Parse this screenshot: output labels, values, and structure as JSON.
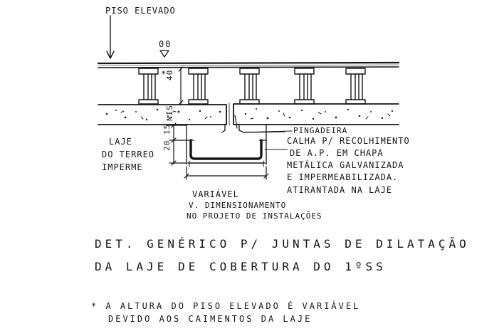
{
  "labels": {
    "piso_elevado": "PISO ELEVADO",
    "level_mark": "00",
    "asterisk": "*",
    "dim_40": "40",
    "dim_nis": "NIS",
    "dim_2015": "20 15",
    "laje_line1": "LAJE",
    "laje_line2": "DO TERREO",
    "laje_line3": "IMPERME",
    "pingadeira": "PINGADEIRA",
    "calha_line1": "CALHA P/ RECOLHIMENTO",
    "calha_line2": "DE A.P. EM CHAPA",
    "calha_line3": "METÁLICA GALVANIZADA",
    "calha_line4": "E IMPERMEABILIZADA.",
    "calha_line5": "ATIRANTADA NA LAJE",
    "variavel": "VARIÁVEL",
    "dim_line1": "V. DIMENSIONAMENTO",
    "dim_line2": "NO PROJETO DE INSTALAÇÕES"
  },
  "title": {
    "line1": "DET. GENÉRICO P/ JUNTAS DE DILATAÇÃO",
    "line2": "DA LAJE DE COBERTURA DO 1ºSS"
  },
  "note": {
    "line1": "* A ALTURA DO PISO ELEVADO É VARIÁVEL",
    "line2": "DEVIDO AOS CAIMENTOS DA LAJE"
  }
}
